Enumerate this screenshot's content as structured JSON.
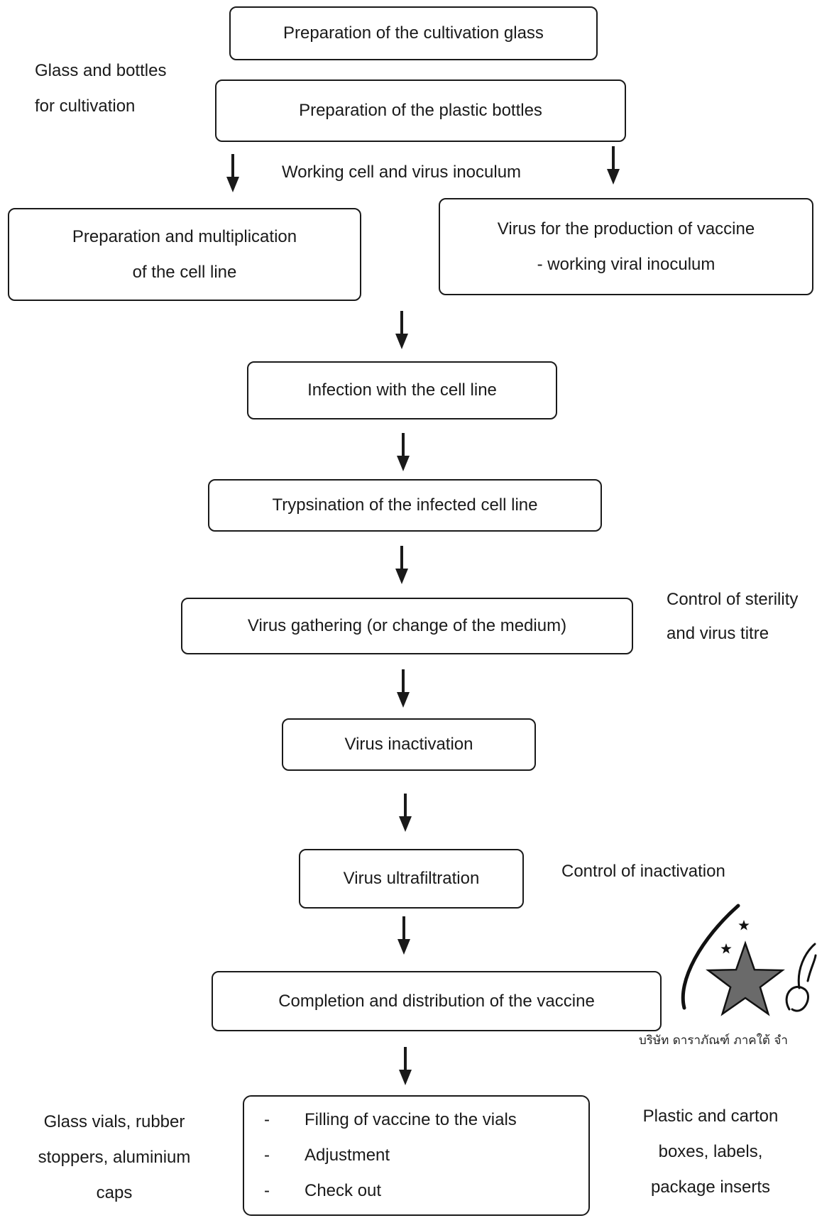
{
  "diagram": {
    "top_steps": [
      {
        "label": "Preparation of the cultivation glass"
      },
      {
        "label": "Preparation of the plastic bottles"
      }
    ],
    "top_materials": [
      "Glass and bottles",
      "for cultivation"
    ],
    "branch_label": "Working cell and virus inoculum",
    "branch_left": [
      "Preparation and multiplication",
      "of the cell line"
    ],
    "branch_right": [
      "Virus for the production of vaccine",
      "- working viral inoculum"
    ],
    "steps": [
      "Infection with the cell line",
      "Trypsination of the infected cell line",
      "Virus gathering (or change of the medium)",
      "Virus inactivation",
      "Virus ultrafiltration",
      "Completion and distribution of the vaccine"
    ],
    "controls": {
      "sterility": [
        "Control of sterility",
        "and virus titre"
      ],
      "inactivation": "Control of inactivation"
    },
    "final_step": {
      "bullet": "-",
      "items": [
        "Filling of vaccine to the vials",
        "Adjustment",
        "Check out"
      ]
    },
    "bottom_left_materials": [
      "Glass vials, rubber",
      "stoppers, aluminium",
      "caps"
    ],
    "bottom_right_materials": [
      "Plastic and carton",
      "boxes, labels,",
      "package inserts"
    ]
  },
  "stamp": {
    "text": "บริษัท ดาราภัณฑ์ ภาคใต้ จำ",
    "icon": "star-seal-icon"
  },
  "colors": {
    "ink": "#1a1a1a",
    "background": "#ffffff"
  }
}
